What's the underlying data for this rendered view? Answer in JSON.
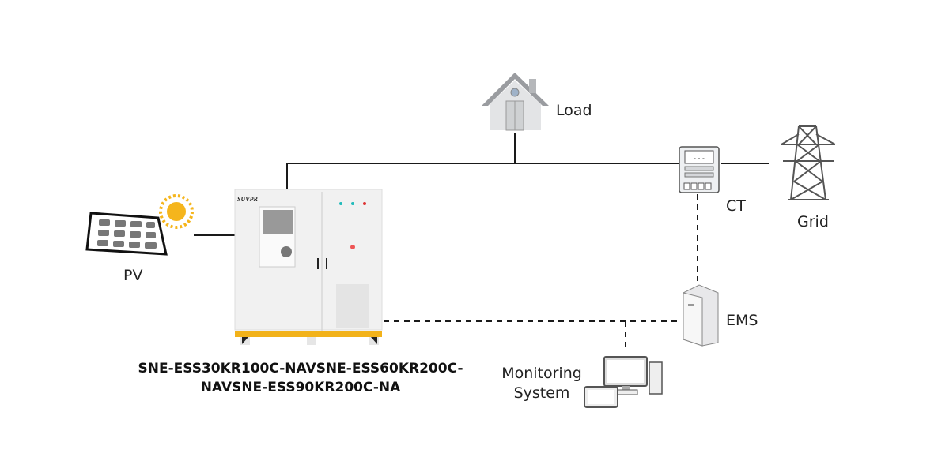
{
  "labels": {
    "load": "Load",
    "ct": "CT",
    "grid": "Grid",
    "pv": "PV",
    "ems": "EMS",
    "monitoring_line1": "Monitoring",
    "monitoring_line2": "System"
  },
  "cabinet": {
    "brand": "SUVPR",
    "model_line1": "SNE-ESS30KR100C-NAVSNE-ESS60KR200C-",
    "model_line2": "NAVSNE-ESS90KR200C-NA"
  },
  "colors": {
    "line": "#1a1a1a",
    "cabinet_stripe": "#f2b21a",
    "sun": "#f5b51c"
  }
}
